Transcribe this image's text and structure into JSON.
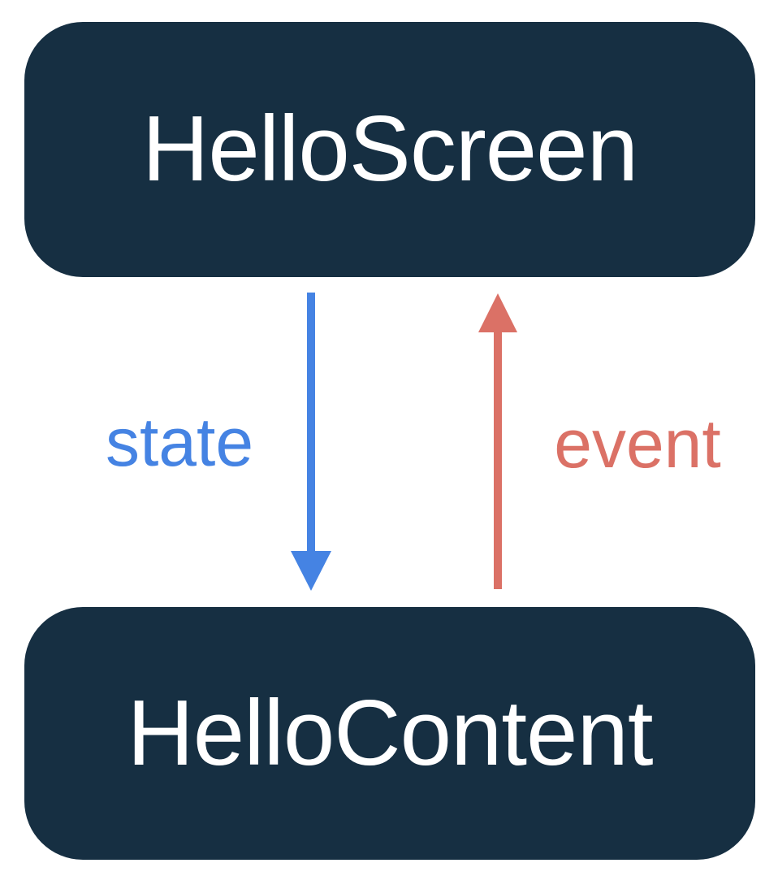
{
  "diagram": {
    "top_box": {
      "label": "HelloScreen"
    },
    "bottom_box": {
      "label": "HelloContent"
    },
    "state_arrow": {
      "label": "state",
      "direction": "down"
    },
    "event_arrow": {
      "label": "event",
      "direction": "up"
    }
  },
  "colors": {
    "box_bg": "#162f42",
    "box_text": "#ffffff",
    "state": "#4583e3",
    "event": "#db7166",
    "canvas_bg": "#ffffff"
  }
}
